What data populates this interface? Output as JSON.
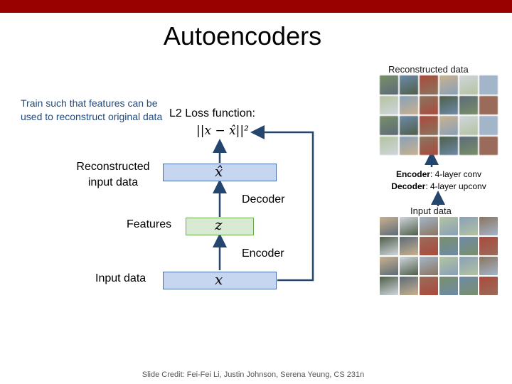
{
  "slide": {
    "title": "Autoencoders",
    "note": "Train such that features can be used to reconstruct original data",
    "loss_label": "L2 Loss function:",
    "loss_formula": "||x − x̂||²",
    "credit": "Slide Credit: Fei-Fei Li, Justin Johnson, Serena Yeung, CS 231n"
  },
  "diagram": {
    "reconstructed_label": "Reconstructed input data",
    "reconstructed_symbol": "x̂",
    "decoder_label": "Decoder",
    "features_label": "Features",
    "features_symbol": "z",
    "encoder_label": "Encoder",
    "input_label": "Input data",
    "input_symbol": "x"
  },
  "right_panel": {
    "reconstructed_title": "Reconstructed data",
    "encoder_key": "Encoder",
    "encoder_value": ": 4-layer conv",
    "decoder_key": "Decoder",
    "decoder_value": ": 4-layer upconv",
    "input_title": "Input data"
  },
  "colors": {
    "title_bar": "#990000",
    "box_blue": "#c6d5f0",
    "box_green": "#d9ead3",
    "arrow": "#24466e",
    "note_text": "#1f497d"
  }
}
